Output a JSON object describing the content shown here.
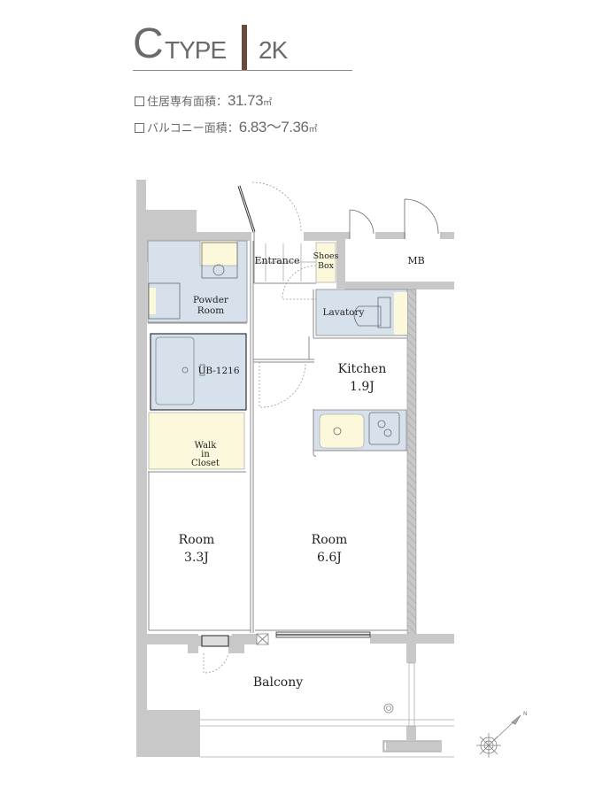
{
  "header": {
    "type_letter": "C",
    "type_word": "TYPE",
    "layout": "2K",
    "accent_color": "#6b4a3e"
  },
  "areas": [
    {
      "label": "住居専有面積：",
      "value": "31.73",
      "unit": "㎡"
    },
    {
      "label": "バルコニー面積：",
      "value": "6.83〜7.36",
      "unit": "㎡"
    }
  ],
  "rooms": {
    "entrance": "Entrance",
    "shoes_box_line1": "Shoes",
    "shoes_box_line2": "Box",
    "mb": "MB",
    "powder_room_line1": "Powder",
    "powder_room_line2": "Room",
    "lavatory": "Lavatory",
    "ub": "UB-1216",
    "kitchen": "Kitchen",
    "kitchen_size": "1.9J",
    "wic_line1": "Walk",
    "wic_line2": "in",
    "wic_line3": "Closet",
    "room_small": "Room",
    "room_small_size": "3.3J",
    "room_large": "Room",
    "room_large_size": "6.6J",
    "balcony": "Balcony"
  },
  "colors": {
    "wall": "#c8c8c8",
    "wet_area": "#d6e1ec",
    "storage": "#fcf8dc",
    "line": "#707070"
  },
  "compass": {
    "north_label": "N"
  }
}
